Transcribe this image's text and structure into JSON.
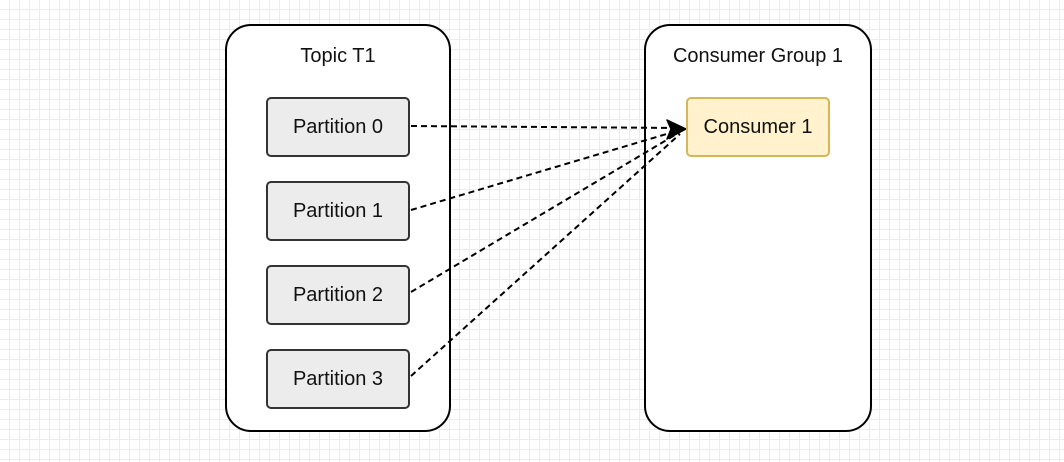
{
  "topic": {
    "title": "Topic T1",
    "partitions": [
      "Partition 0",
      "Partition 1",
      "Partition 2",
      "Partition 3"
    ]
  },
  "consumer_group": {
    "title": "Consumer Group 1",
    "consumers": [
      "Consumer 1"
    ]
  },
  "edges": [
    {
      "from": "Partition 0",
      "to": "Consumer 1",
      "style": "dashed"
    },
    {
      "from": "Partition 1",
      "to": "Consumer 1",
      "style": "dashed"
    },
    {
      "from": "Partition 2",
      "to": "Consumer 1",
      "style": "dashed"
    },
    {
      "from": "Partition 3",
      "to": "Consumer 1",
      "style": "dashed"
    }
  ],
  "colors": {
    "partition_fill": "#ececec",
    "partition_stroke": "#333333",
    "consumer_fill": "#fff2cc",
    "consumer_stroke": "#d6b656"
  }
}
